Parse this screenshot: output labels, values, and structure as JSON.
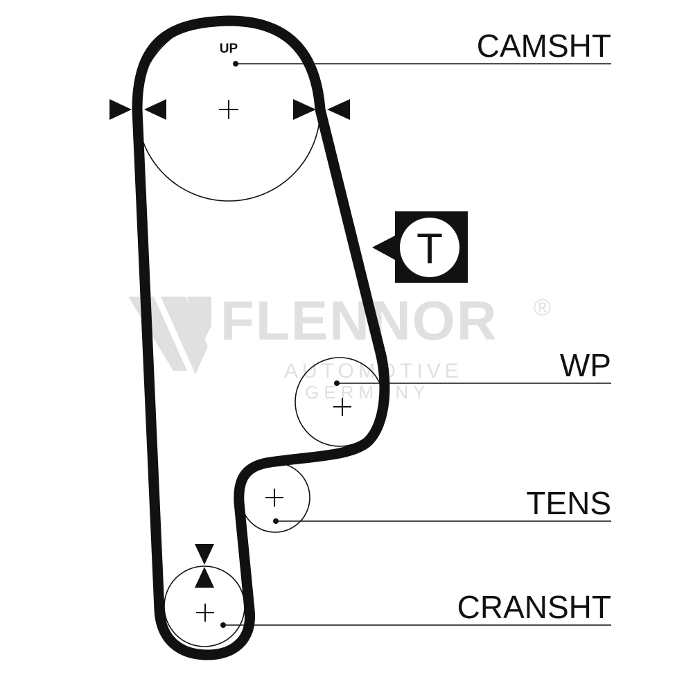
{
  "diagram": {
    "labels": {
      "camshaft": "CAMSHT",
      "water_pump": "WP",
      "tensioner": "TENS",
      "crankshaft": "CRANSHT",
      "up": "UP",
      "tension_badge": "T"
    },
    "watermark": {
      "brand": "FLENNOR",
      "registered": "®",
      "line1": "AUTOMOTIVE",
      "line2": "GERMANY"
    },
    "colors": {
      "ink": "#111111",
      "watermark": "#c8c8c8",
      "background": "#ffffff"
    }
  }
}
